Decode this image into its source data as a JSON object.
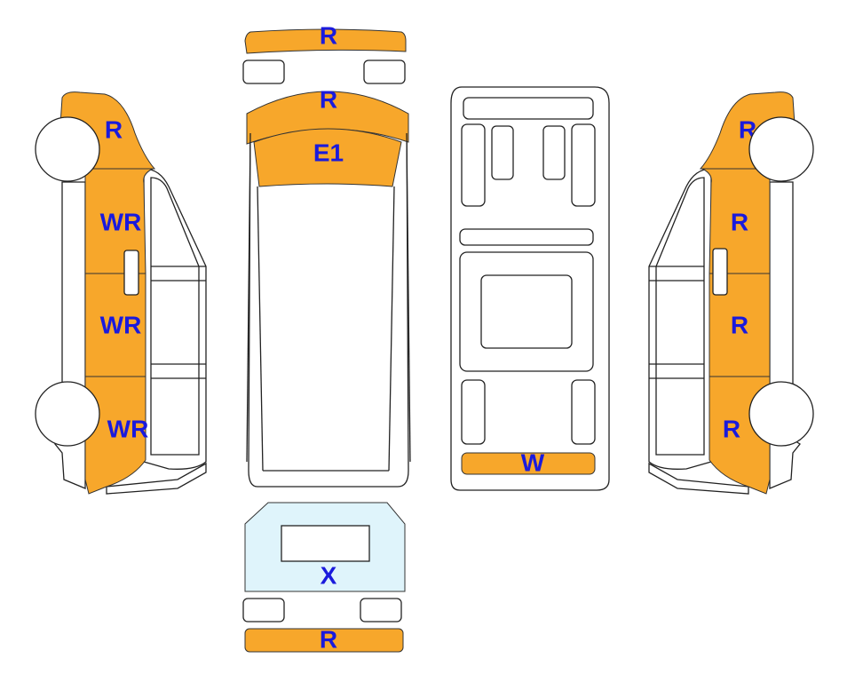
{
  "colors": {
    "repair": "#f7a72b",
    "replace_glass": "#dff4fb",
    "label": "#1a1adc",
    "outline": "#222222"
  },
  "labels": {
    "front_bumper": "R",
    "bonnet_front": "R",
    "roof_front": "E1",
    "underbody_rear": "W",
    "rear_window": "X",
    "rear_bumper": "R",
    "left_front_wing": "R",
    "left_front_door": "WR",
    "left_sliding_door": "WR",
    "left_rear_quarter": "WR",
    "right_front_wing": "R",
    "right_front_door": "R",
    "right_sliding_door": "R",
    "right_rear_quarter": "R"
  }
}
